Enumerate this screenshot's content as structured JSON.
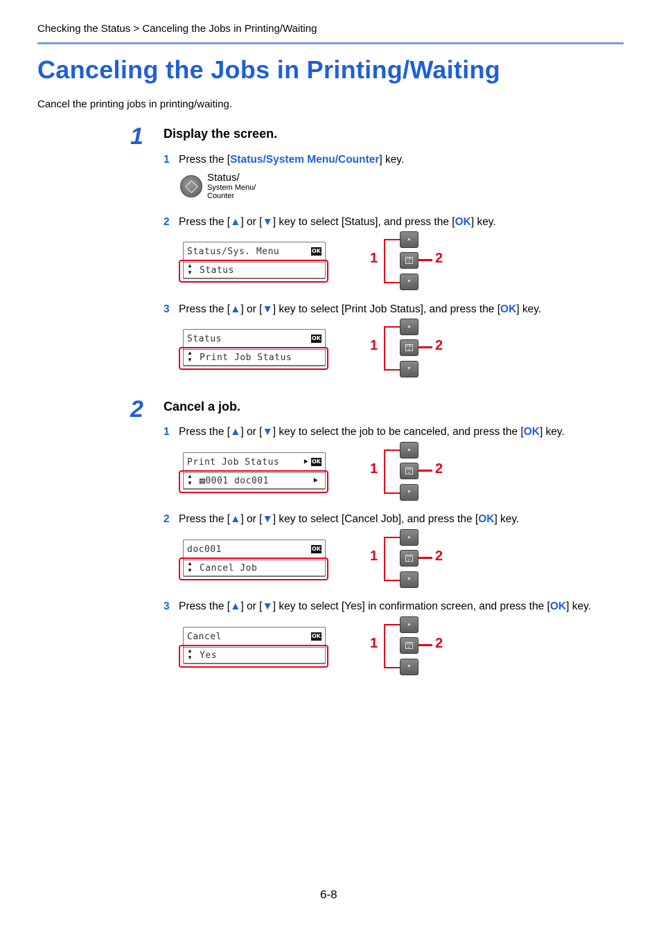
{
  "breadcrumb": "Checking the Status > Canceling the Jobs in Printing/Waiting",
  "title": "Canceling the Jobs in Printing/Waiting",
  "intro": "Cancel the printing jobs in printing/waiting.",
  "accent_color": "#1f5fd8",
  "highlight_color": "#e3001b",
  "steps": [
    {
      "number": "1",
      "title": "Display the screen.",
      "substeps": [
        {
          "n": "1",
          "pre": "Press the [",
          "key": "Status/System Menu/Counter",
          "post": "] key.",
          "key_image": {
            "line1": "Status/",
            "line2": "System Menu/",
            "line3": "Counter"
          }
        },
        {
          "n": "2",
          "pre": "Press the [",
          "up": "▲",
          "mid1": "] or [",
          "down": "▼",
          "mid2": "] key to select [Status], and press the [",
          "ok": "OK",
          "post": "] key.",
          "lcd": {
            "line1": "Status/Sys. Menu",
            "line2": "Status",
            "ok": "OK"
          },
          "pad": {
            "one": "1",
            "two": "2"
          }
        },
        {
          "n": "3",
          "pre": "Press the [",
          "up": "▲",
          "mid1": "] or [",
          "down": "▼",
          "mid2": "] key to select [Print Job Status], and press the [",
          "ok": "OK",
          "post": "] key.",
          "lcd": {
            "line1": "Status",
            "line2": "Print Job Status",
            "ok": "OK"
          },
          "pad": {
            "one": "1",
            "two": "2"
          }
        }
      ]
    },
    {
      "number": "2",
      "title": "Cancel a job.",
      "substeps": [
        {
          "n": "1",
          "pre": "Press the [",
          "up": "▲",
          "mid1": "] or [",
          "down": "▼",
          "mid2": "] key to select the job to be canceled, and press the [",
          "ok": "OK",
          "post": "] key.",
          "lcd": {
            "line1": "Print Job Status",
            "line2": "0001 doc001",
            "ok": "OK"
          },
          "pad": {
            "one": "1",
            "two": "2"
          }
        },
        {
          "n": "2",
          "pre": "Press the [",
          "up": "▲",
          "mid1": "] or [",
          "down": "▼",
          "mid2": "] key to select [Cancel Job], and press the [",
          "ok": "OK",
          "post": "] key.",
          "lcd": {
            "line1": "doc001",
            "line2": "Cancel Job",
            "ok": "OK"
          },
          "pad": {
            "one": "1",
            "two": "2"
          }
        },
        {
          "n": "3",
          "pre": "Press the [",
          "up": "▲",
          "mid1": "] or [",
          "down": "▼",
          "mid2": "] key to select [Yes] in confirmation screen, and press the [",
          "ok": "OK",
          "post": "] key.",
          "lcd": {
            "line1": "Cancel",
            "line2": "Yes",
            "ok": "OK"
          },
          "pad": {
            "one": "1",
            "two": "2"
          }
        }
      ]
    }
  ],
  "page_number": "6-8"
}
